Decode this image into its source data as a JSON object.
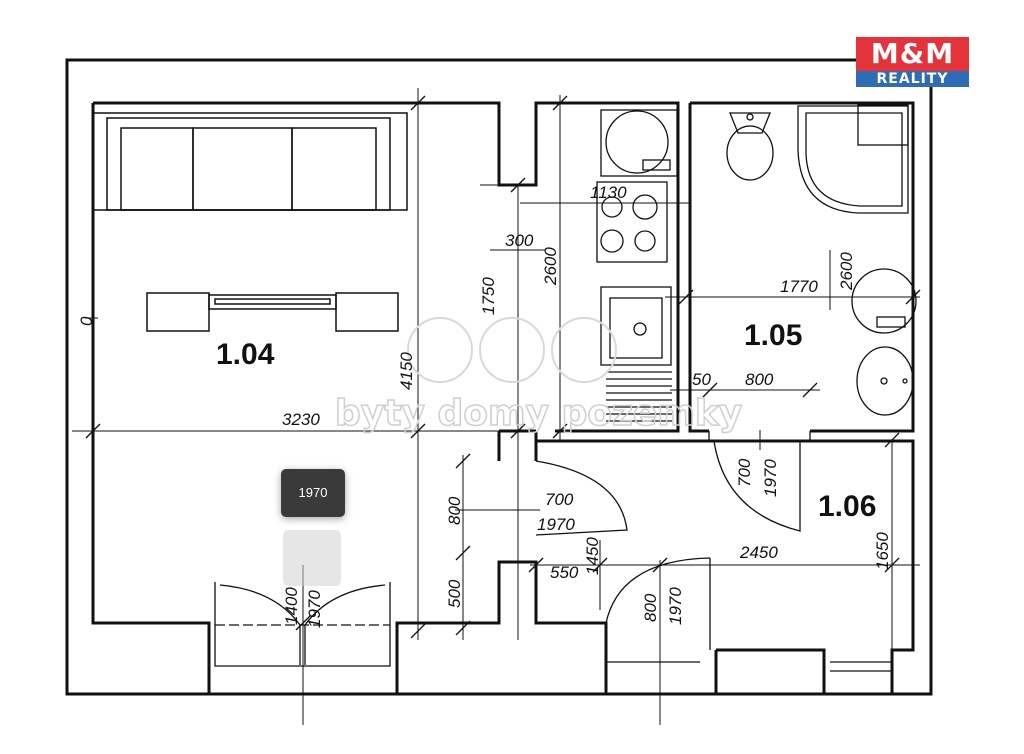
{
  "logo": {
    "top": "M&M",
    "bottom": "REALITY"
  },
  "watermark": {
    "text": "byty domy pozemky"
  },
  "rooms": {
    "r104": "1.04",
    "r105": "1.05",
    "r106": "1.06"
  },
  "tooltip": {
    "value": "1970"
  },
  "dimensions": {
    "d3230": "3230",
    "d4150": "4150",
    "d1750": "1750",
    "d300": "300",
    "d2600_left": "2600",
    "d1130": "1130",
    "d1770": "1770",
    "d2600_right": "2600",
    "d50": "50",
    "d800_top": "800",
    "d700_a": "700",
    "d1970_a": "1970",
    "d800_a": "800",
    "d700_b": "700",
    "d1970_b": "1970",
    "d550": "550",
    "d1450": "1450",
    "d2450": "2450",
    "d1650": "1650",
    "d500": "500",
    "d800_b": "800",
    "d1970_c": "1970",
    "d1400": "1400",
    "d1970_d": "1970",
    "d0": "0"
  },
  "colors": {
    "logo_red": "#e3343c",
    "logo_blue": "#2e6db6",
    "tooltip_bg": "#3a3a3a",
    "wall": "#111111",
    "watermark": "#cfcfcf"
  }
}
